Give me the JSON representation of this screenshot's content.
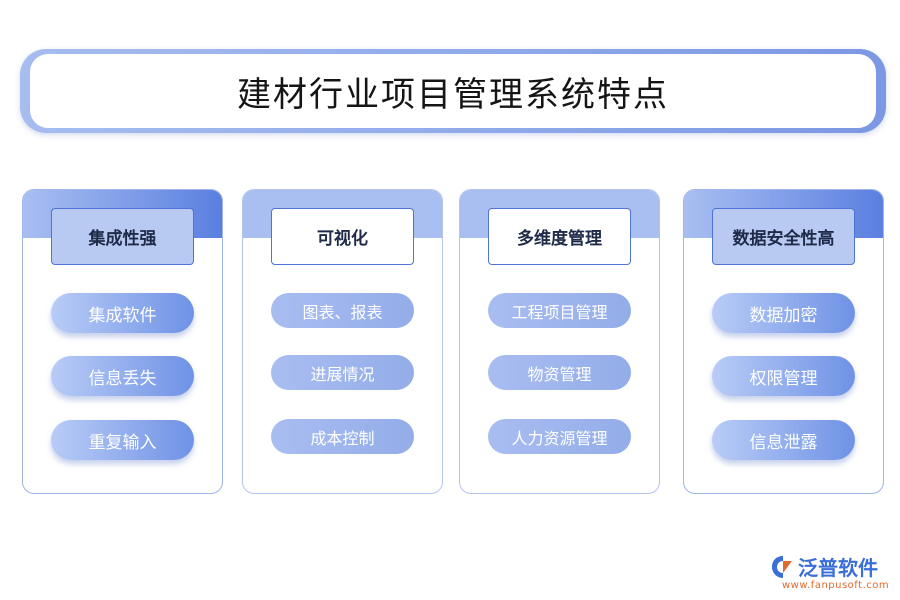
{
  "title": "建材行业项目管理系统特点",
  "columns": [
    {
      "header": "集成性强",
      "items": [
        "集成软件",
        "信息丢失",
        "重复输入"
      ]
    },
    {
      "header": "可视化",
      "items": [
        "图表、报表",
        "进展情况",
        "成本控制"
      ]
    },
    {
      "header": "多维度管理",
      "items": [
        "工程项目管理",
        "物资管理",
        "人力资源管理"
      ]
    },
    {
      "header": "数据安全性高",
      "items": [
        "数据加密",
        "权限管理",
        "信息泄露"
      ]
    }
  ],
  "logo": {
    "name": "泛普软件",
    "url": "www.fanpusoft.com"
  },
  "colors": {
    "accent": "#5a7fe0",
    "light": "#a9bff2",
    "title_text": "#151515"
  }
}
